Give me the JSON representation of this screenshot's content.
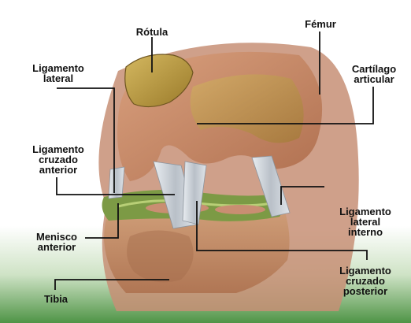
{
  "labels": {
    "rotula": "Rótula",
    "femur": "Fémur",
    "lig_lateral": [
      "Ligamento",
      "lateral"
    ],
    "cartilago": [
      "Cartílago",
      "articular"
    ],
    "lig_cruzado_anterior": [
      "Ligamento",
      "cruzado",
      "anterior"
    ],
    "lig_lateral_interno": [
      "Ligamento",
      "lateral",
      "interno"
    ],
    "menisco_anterior": [
      "Menisco",
      "anterior"
    ],
    "lig_cruzado_posterior": [
      "Ligamento",
      "cruzado",
      "posterior"
    ],
    "tibia": "Tibia"
  },
  "colors": {
    "background_bottom": "#5e9f52",
    "bone": "#c48c6a",
    "cartilage": "#b89a3e",
    "ligament": "#c9cfd6",
    "meniscus": "#7c9a45",
    "leader_line": "#111111"
  }
}
